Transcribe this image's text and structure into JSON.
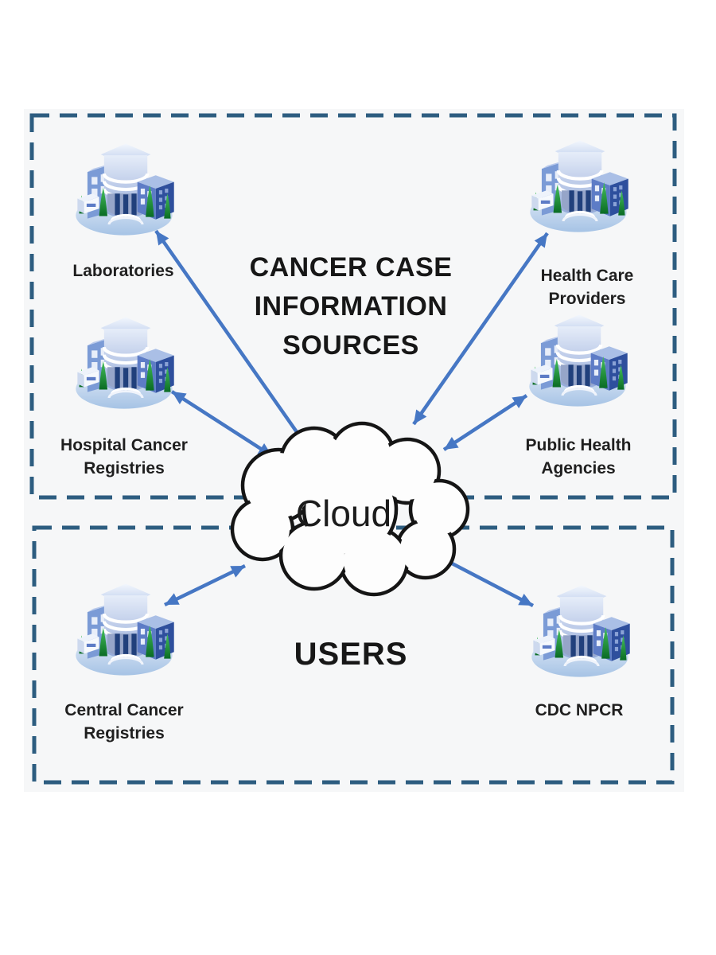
{
  "diagram": {
    "cloud": {
      "label": "Cloud"
    },
    "sections": [
      {
        "name": "sources",
        "title": "CANCER CASE INFORMATION SOURCES",
        "nodes": [
          {
            "label": "Laboratories"
          },
          {
            "label": "Health Care Providers"
          },
          {
            "label": "Hospital Cancer Registries"
          },
          {
            "label": "Public Health Agencies"
          }
        ]
      },
      {
        "name": "users",
        "title": "USERS",
        "nodes": [
          {
            "label": "Central Cancer Registries"
          },
          {
            "label": "CDC NPCR"
          }
        ]
      }
    ],
    "colors": {
      "dashed_border": "#2d5d80",
      "arrow": "#4677c4",
      "cloud_outline": "#151515",
      "text": "#1f1f1f"
    }
  }
}
